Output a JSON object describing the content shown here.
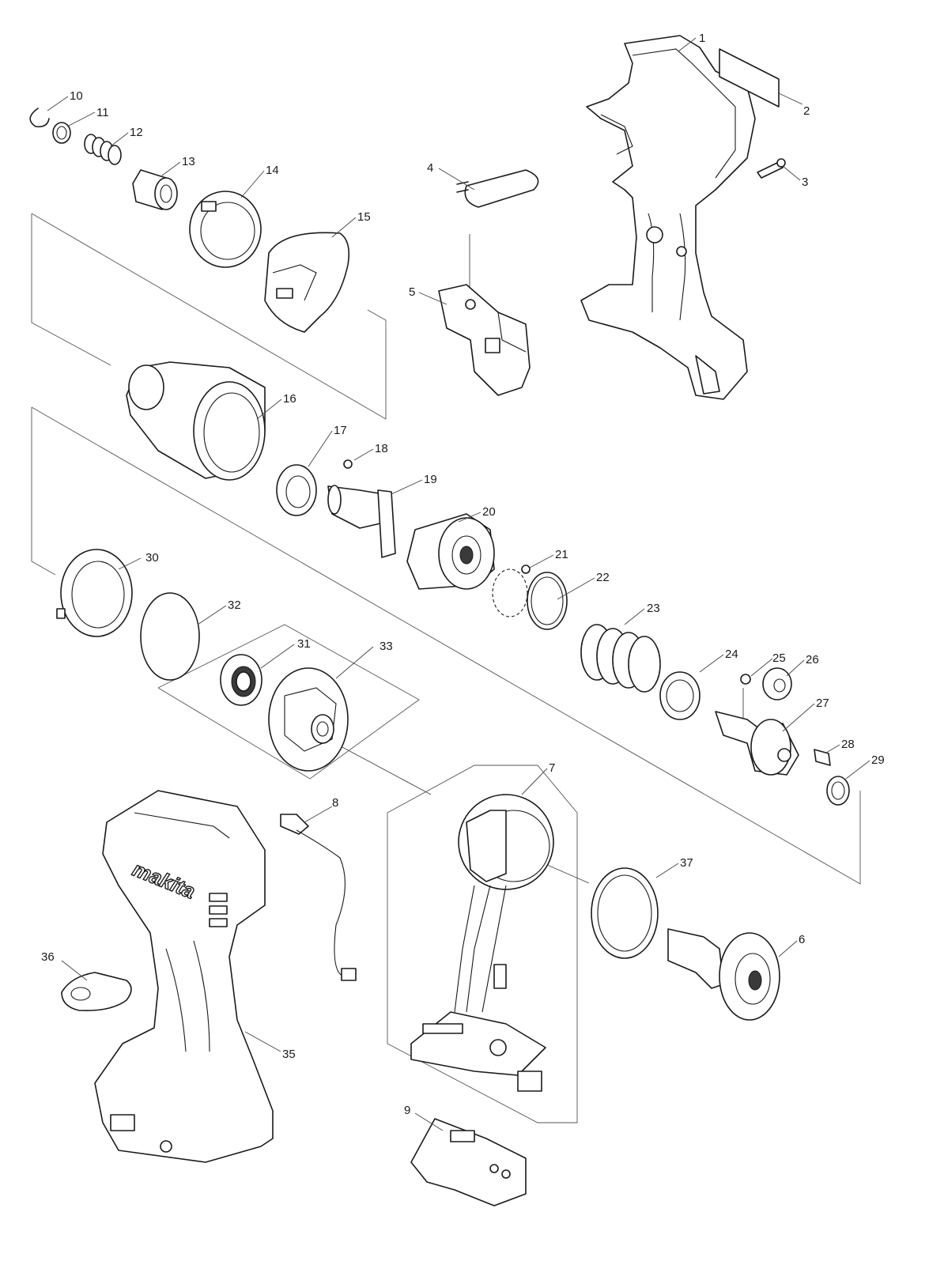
{
  "diagram": {
    "brand_text": "makita",
    "part_labels": [
      "1",
      "2",
      "3",
      "4",
      "5",
      "6",
      "7",
      "8",
      "9",
      "10",
      "11",
      "12",
      "13",
      "14",
      "15",
      "16",
      "17",
      "18",
      "19",
      "20",
      "21",
      "22",
      "23",
      "24",
      "25",
      "26",
      "27",
      "28",
      "29",
      "30",
      "31",
      "32",
      "33",
      "35",
      "36",
      "37"
    ]
  }
}
